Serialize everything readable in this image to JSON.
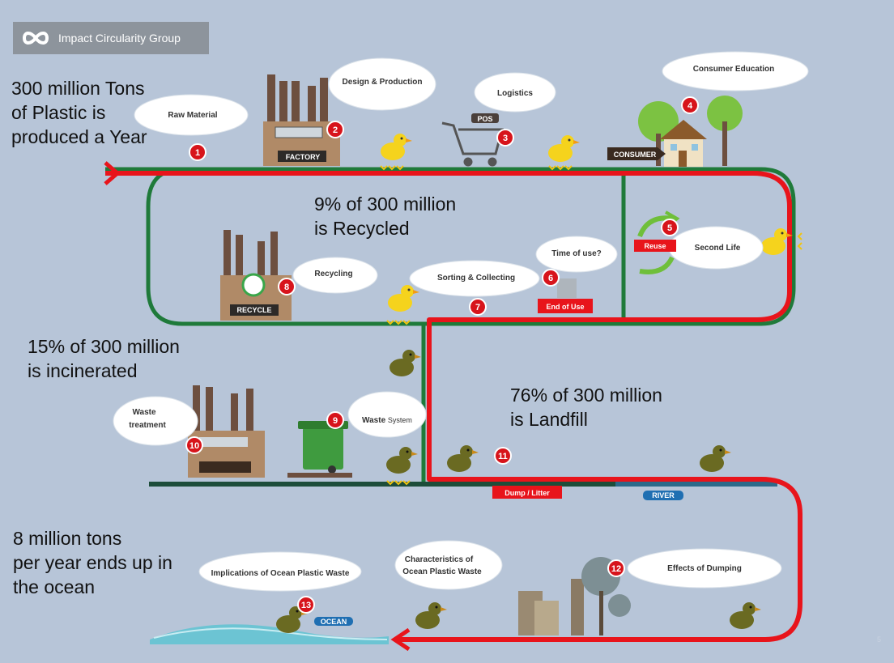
{
  "brand": {
    "name": "Impact Circularity Group",
    "logo_icon": "infinity-loop-icon"
  },
  "stats": {
    "produced": [
      "300 million Tons",
      "of Plastic is",
      "produced a Year"
    ],
    "recycled": [
      "9% of 300 million",
      "is Recycled"
    ],
    "incinerated": [
      "15% of 300 million",
      "is incinerated"
    ],
    "landfill": [
      "76% of 300 million",
      "is Landfill"
    ],
    "ocean": [
      "8 million tons",
      "per year ends up in",
      "the ocean"
    ]
  },
  "clouds": {
    "raw_material": "Raw Material",
    "design_production": "Design & Production",
    "logistics": "Logistics",
    "consumer_education": "Consumer Education",
    "second_life": "Second Life",
    "time_of_use": "Time of use?",
    "sorting": "Sorting & Collecting",
    "recycling": "Recycling",
    "waste_treatment": [
      "Waste",
      "treatment"
    ],
    "waste_system_a": "Waste",
    "waste_system_b": "System",
    "implications": "Implications of Ocean Plastic Waste",
    "characteristics": [
      "Characteristics of",
      "Ocean Plastic Waste"
    ],
    "effects": "Effects of Dumping"
  },
  "steps": [
    "1",
    "2",
    "3",
    "4",
    "5",
    "6",
    "7",
    "8",
    "9",
    "10",
    "11",
    "12",
    "13"
  ],
  "tags": {
    "factory": "FACTORY",
    "pos": "POS",
    "consumer": "CONSUMER",
    "reuse": "Reuse",
    "end_of_use": "End of Use",
    "recycle": "RECYCLE",
    "dump": "Dump / Litter",
    "river": "RIVER",
    "ocean": "OCEAN"
  },
  "page_number": "5",
  "colors": {
    "background": "#b7c5d8",
    "road": "#1f7a3a",
    "flow_line": "#e8141b",
    "step_badge": "#d7141b",
    "cloud": "#ffffff"
  }
}
